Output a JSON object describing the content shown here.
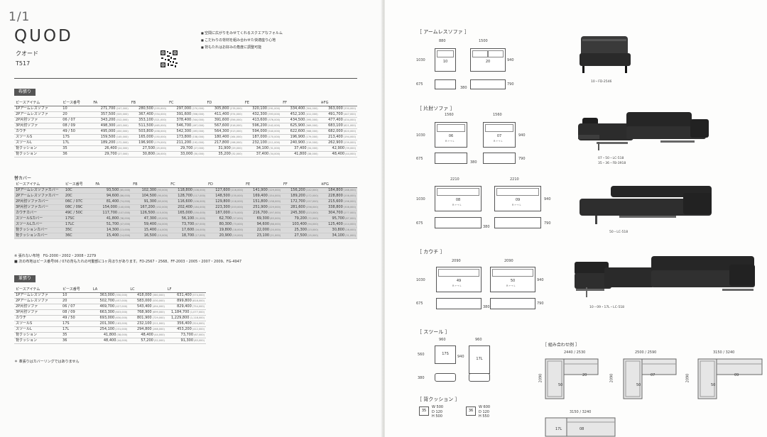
{
  "page": {
    "number": "1/1",
    "brand": "QUOD",
    "kana": "クオード",
    "model_code": "T517"
  },
  "features": [
    "空間に広がりをみせてくれるスクエアなフォルム",
    "こだわりの背材を組み合わせた快適座り心地",
    "背もたれはお好みの角度に調整可能"
  ],
  "leather_section": {
    "label": "布張り",
    "headers": [
      "ピースアイテム",
      "ピース番号",
      "FA",
      "FB",
      "FC",
      "FD",
      "FE",
      "FF",
      "※FG"
    ],
    "rows": [
      {
        "item": "1Pアームレスソファ",
        "no": "10",
        "prices": [
          [
            "271,700",
            "247,000"
          ],
          [
            "280,500",
            "255,000"
          ],
          [
            "297,000",
            "270,000"
          ],
          [
            "305,800",
            "278,000"
          ],
          [
            "320,100",
            "291,000"
          ],
          [
            "334,400",
            "304,000"
          ],
          [
            "363,000",
            "330,000"
          ]
        ]
      },
      {
        "item": "2Pアームレスソファ",
        "no": "20",
        "prices": [
          [
            "357,500",
            "325,000"
          ],
          [
            "367,400",
            "334,000"
          ],
          [
            "391,600",
            "356,000"
          ],
          [
            "411,400",
            "374,000"
          ],
          [
            "432,300",
            "393,000"
          ],
          [
            "452,100",
            "411,000"
          ],
          [
            "491,700",
            "447,000"
          ]
        ]
      },
      {
        "item": "2P片肘ソファ",
        "no": "06 / 07",
        "prices": [
          [
            "343,200",
            "312,000"
          ],
          [
            "353,100",
            "321,000"
          ],
          [
            "378,400",
            "344,000"
          ],
          [
            "391,600",
            "356,000"
          ],
          [
            "413,600",
            "376,000"
          ],
          [
            "434,500",
            "395,000"
          ],
          [
            "477,400",
            "434,000"
          ]
        ]
      },
      {
        "item": "3P片肘ソファ",
        "no": "08 / 09",
        "prices": [
          [
            "498,300",
            "453,000"
          ],
          [
            "511,500",
            "465,000"
          ],
          [
            "546,700",
            "497,000"
          ],
          [
            "567,600",
            "516,000"
          ],
          [
            "596,200",
            "542,000"
          ],
          [
            "625,900",
            "569,000"
          ],
          [
            "683,100",
            "621,000"
          ]
        ]
      },
      {
        "item": "カウチ",
        "no": "49 / 50",
        "prices": [
          [
            "495,000",
            "450,000"
          ],
          [
            "503,800",
            "458,000"
          ],
          [
            "542,300",
            "493,000"
          ],
          [
            "564,300",
            "513,000"
          ],
          [
            "594,000",
            "540,000"
          ],
          [
            "622,600",
            "566,000"
          ],
          [
            "682,000",
            "620,000"
          ]
        ]
      },
      {
        "item": "スツールS",
        "no": "17S",
        "prices": [
          [
            "159,500",
            "145,000"
          ],
          [
            "165,000",
            "150,000"
          ],
          [
            "173,800",
            "158,000"
          ],
          [
            "180,400",
            "164,000"
          ],
          [
            "187,000",
            "170,000"
          ],
          [
            "196,900",
            "179,000"
          ],
          [
            "213,400",
            "194,000"
          ]
        ]
      },
      {
        "item": "スツールL",
        "no": "17L",
        "prices": [
          [
            "189,200",
            "172,000"
          ],
          [
            "196,900",
            "179,000"
          ],
          [
            "211,200",
            "192,000"
          ],
          [
            "217,800",
            "198,000"
          ],
          [
            "232,100",
            "211,000"
          ],
          [
            "240,900",
            "219,000"
          ],
          [
            "262,900",
            "239,000"
          ]
        ]
      },
      {
        "item": "背クッション",
        "no": "35",
        "prices": [
          [
            "26,400",
            "24,000"
          ],
          [
            "27,500",
            "25,000"
          ],
          [
            "29,700",
            "27,000"
          ],
          [
            "31,900",
            "29,000"
          ],
          [
            "34,100",
            "31,000"
          ],
          [
            "37,400",
            "34,000"
          ],
          [
            "42,900",
            "39,000"
          ]
        ]
      },
      {
        "item": "背クッション",
        "no": "36",
        "prices": [
          [
            "29,700",
            "27,000"
          ],
          [
            "30,800",
            "28,000"
          ],
          [
            "33,000",
            "30,000"
          ],
          [
            "35,200",
            "32,000"
          ],
          [
            "37,400",
            "34,000"
          ],
          [
            "41,800",
            "38,000"
          ],
          [
            "48,400",
            "44,000"
          ]
        ]
      }
    ]
  },
  "cover_section": {
    "label": "替カバー",
    "headers": [
      "ピースアイテム",
      "ピース番号",
      "FA",
      "FB",
      "FC",
      "FD",
      "FE",
      "FF",
      "※FG"
    ],
    "rows": [
      {
        "item": "1Pアームレスソファカバー",
        "no": "10C",
        "prices": [
          [
            "93,500",
            "85,000"
          ],
          [
            "102,300",
            "93,000"
          ],
          [
            "118,800",
            "108,000"
          ],
          [
            "127,600",
            "116,000"
          ],
          [
            "141,900",
            "129,000"
          ],
          [
            "156,200",
            "142,000"
          ],
          [
            "184,800",
            "168,000"
          ]
        ]
      },
      {
        "item": "2Pアームレスソファカバー",
        "no": "20C",
        "prices": [
          [
            "94,600",
            "86,000"
          ],
          [
            "104,500",
            "95,000"
          ],
          [
            "128,700",
            "117,000"
          ],
          [
            "148,500",
            "135,000"
          ],
          [
            "169,400",
            "154,000"
          ],
          [
            "189,200",
            "172,000"
          ],
          [
            "228,800",
            "208,000"
          ]
        ]
      },
      {
        "item": "2P片肘ソファカバー",
        "no": "06C / 07C",
        "prices": [
          [
            "81,400",
            "74,000"
          ],
          [
            "91,300",
            "83,000"
          ],
          [
            "116,600",
            "106,000"
          ],
          [
            "129,800",
            "118,000"
          ],
          [
            "151,800",
            "138,000"
          ],
          [
            "172,700",
            "157,000"
          ],
          [
            "215,600",
            "196,000"
          ]
        ]
      },
      {
        "item": "3P片肘ソファカバー",
        "no": "08C / 09C",
        "prices": [
          [
            "154,000",
            "140,000"
          ],
          [
            "167,200",
            "152,000"
          ],
          [
            "202,400",
            "184,000"
          ],
          [
            "223,300",
            "203,000"
          ],
          [
            "251,900",
            "229,000"
          ],
          [
            "281,600",
            "256,000"
          ],
          [
            "338,800",
            "308,000"
          ]
        ]
      },
      {
        "item": "カウチカバー",
        "no": "49C / 50C",
        "prices": [
          [
            "117,700",
            "107,000"
          ],
          [
            "126,500",
            "115,000"
          ],
          [
            "165,000",
            "150,000"
          ],
          [
            "187,000",
            "170,000"
          ],
          [
            "216,700",
            "197,000"
          ],
          [
            "245,300",
            "223,000"
          ],
          [
            "304,700",
            "277,000"
          ]
        ]
      },
      {
        "item": "スツールSカバー",
        "no": "17SC",
        "prices": [
          [
            "41,800",
            "38,000"
          ],
          [
            "47,300",
            "43,000"
          ],
          [
            "56,100",
            "51,000"
          ],
          [
            "62,700",
            "57,000"
          ],
          [
            "69,300",
            "63,000"
          ],
          [
            "79,200",
            "72,000"
          ],
          [
            "95,700",
            "87,000"
          ]
        ]
      },
      {
        "item": "スツールLカバー",
        "no": "17LC",
        "prices": [
          [
            "51,700",
            "47,000"
          ],
          [
            "59,400",
            "54,000"
          ],
          [
            "73,700",
            "67,000"
          ],
          [
            "80,300",
            "73,000"
          ],
          [
            "94,600",
            "86,000"
          ],
          [
            "103,400",
            "94,000"
          ],
          [
            "125,400",
            "114,000"
          ]
        ]
      },
      {
        "item": "背クッションカバー",
        "no": "35C",
        "prices": [
          [
            "14,300",
            "13,000"
          ],
          [
            "15,400",
            "14,000"
          ],
          [
            "17,600",
            "16,000"
          ],
          [
            "19,800",
            "18,000"
          ],
          [
            "22,000",
            "20,000"
          ],
          [
            "25,300",
            "23,000"
          ],
          [
            "30,800",
            "28,000"
          ]
        ]
      },
      {
        "item": "背クッションカバー",
        "no": "36C",
        "prices": [
          [
            "15,400",
            "14,000"
          ],
          [
            "16,500",
            "15,000"
          ],
          [
            "18,700",
            "17,000"
          ],
          [
            "20,900",
            "19,000"
          ],
          [
            "23,100",
            "21,000"
          ],
          [
            "27,500",
            "25,000"
          ],
          [
            "34,100",
            "31,000"
          ]
        ]
      }
    ]
  },
  "notes_top": [
    "※ 張れない布地　FG-2000・2002・2008・2279",
    "■ 次の布地はピース番号06 / 07の背もたれの可動部に1ヶ月ほりがあります。FD-2567・2568、FF-2003・2005・2007・2009、FG-4947"
  ],
  "leather2_section": {
    "label": "革張り",
    "headers": [
      "ピースアイテム",
      "ピース番号",
      "LA",
      "LC",
      "LF"
    ],
    "rows": [
      {
        "item": "1Pアームレスソファ",
        "no": "10",
        "prices": [
          [
            "363,000",
            "330,000"
          ],
          [
            "418,000",
            "380,000"
          ],
          [
            "631,400",
            "574,000"
          ]
        ]
      },
      {
        "item": "2Pアームレスソファ",
        "no": "20",
        "prices": [
          [
            "502,700",
            "457,000"
          ],
          [
            "583,000",
            "530,000"
          ],
          [
            "899,800",
            "818,000"
          ]
        ]
      },
      {
        "item": "2P片肘ソファ",
        "no": "06 / 07",
        "prices": [
          [
            "469,700",
            "427,000"
          ],
          [
            "543,400",
            "494,000"
          ],
          [
            "829,400",
            "754,000"
          ]
        ]
      },
      {
        "item": "3P片肘ソファ",
        "no": "08 / 09",
        "prices": [
          [
            "663,300",
            "603,000"
          ],
          [
            "768,900",
            "699,000"
          ],
          [
            "1,184,700",
            "1,077,000"
          ]
        ]
      },
      {
        "item": "カウチ",
        "no": "49 / 50",
        "prices": [
          [
            "693,000",
            "630,000"
          ],
          [
            "801,900",
            "729,000"
          ],
          [
            "1,229,800",
            "1,118,000"
          ]
        ]
      },
      {
        "item": "スツールS",
        "no": "17S",
        "prices": [
          [
            "201,300",
            "183,000"
          ],
          [
            "232,100",
            "211,000"
          ],
          [
            "356,400",
            "324,000"
          ]
        ]
      },
      {
        "item": "スツールL",
        "no": "17L",
        "prices": [
          [
            "254,100",
            "231,000"
          ],
          [
            "294,800",
            "268,000"
          ],
          [
            "453,200",
            "412,000"
          ]
        ]
      },
      {
        "item": "背クッション",
        "no": "35",
        "prices": [
          [
            "41,800",
            "38,000"
          ],
          [
            "48,400",
            "44,000"
          ],
          [
            "73,700",
            "67,000"
          ]
        ]
      },
      {
        "item": "背クッション",
        "no": "36",
        "prices": [
          [
            "48,400",
            "44,000"
          ],
          [
            "57,200",
            "52,000"
          ],
          [
            "91,300",
            "83,000"
          ]
        ]
      }
    ]
  },
  "note_bottom": "＊ 革張りはカバーリングではありません",
  "right": {
    "armless": {
      "title": "［ アームレスソファ ］",
      "w1": "880",
      "w2": "1500",
      "d": "1030",
      "h1": "940",
      "seat": "675",
      "back": "790",
      "seat_d": "380",
      "box1": "10",
      "box2": "20",
      "caption": "10・FD-2546"
    },
    "onearm": {
      "title": "［ 片肘ソファ ］",
      "w1": "1560",
      "w2": "1560",
      "d": "1030",
      "h1": "940",
      "seat": "675",
      "back": "790",
      "seat_d": "380",
      "box1": "06",
      "box2": "07",
      "box1_sub": "R ←→ L",
      "box2_sub": "R ←→ L",
      "caption1": "07・50・LC-518",
      "caption2": "35・36・FB-3918"
    },
    "onearm3": {
      "w1": "2210",
      "w2": "2210",
      "d": "1030",
      "h1": "940",
      "seat": "675",
      "back": "790",
      "seat_d": "380",
      "box1": "08",
      "box2": "09",
      "box1_sub": "R ←→ L",
      "box2_sub": "R ←→ L",
      "caption": "50・LC-518"
    },
    "couch": {
      "title": "［ カウチ ］",
      "w1": "2090",
      "w2": "2090",
      "d": "1030",
      "h1": "940",
      "seat": "675",
      "back": "790",
      "seat_d": "380",
      "box1": "49",
      "box2": "50",
      "box1_sub": "R ←→ L",
      "box2_sub": "R ←→ L",
      "caption": "10・09・17L・LC-518"
    },
    "stool": {
      "title": "［ スツール ］",
      "w1": "960",
      "w2": "960",
      "d1": "560",
      "d2": "940",
      "h": "380",
      "box1": "17S",
      "box2": "17L"
    },
    "cushion": {
      "title": "［ 背クッション ］",
      "k1": "35",
      "k2": "36",
      "c1": [
        "W  500",
        "D  120",
        "H  500"
      ],
      "c2": [
        "W  600",
        "D  120",
        "H  550"
      ]
    },
    "combo": {
      "title": "［ 組み合わせ例 ］",
      "a_w": "2440 / 2530",
      "a_d": "2090",
      "a_n1": "50",
      "a_n2": "20",
      "b_w": "2500 / 2590",
      "b_d": "2090",
      "b_n1": "50",
      "b_n2": "07",
      "c_w": "3150 / 3240",
      "c_d": "2090",
      "c_n1": "50",
      "c_n2": "09",
      "d_w": "3150 / 3240",
      "d_n1": "17L",
      "d_n2": "08"
    }
  }
}
